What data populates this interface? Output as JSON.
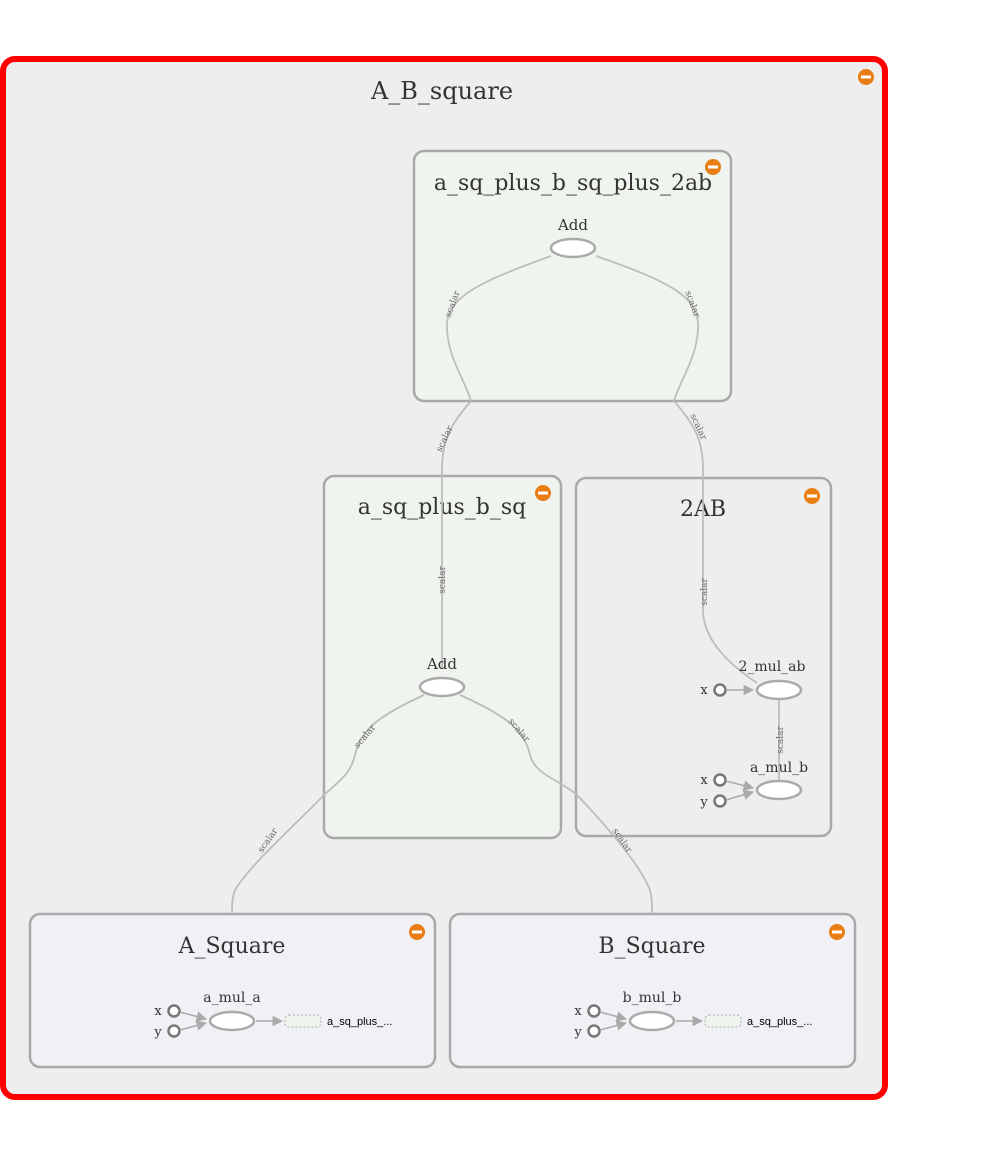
{
  "graph": {
    "outer": {
      "title": "A_B_square"
    },
    "top_group": {
      "title": "a_sq_plus_b_sq_plus_2ab",
      "op": "Add"
    },
    "mid_left_group": {
      "title": "a_sq_plus_b_sq",
      "op": "Add"
    },
    "mid_right_group": {
      "title": "2AB",
      "node_top": "2_mul_ab",
      "node_bottom": "a_mul_b",
      "input_x": "x",
      "input_y": "y"
    },
    "a_square_group": {
      "title": "A_Square",
      "node": "a_mul_a",
      "input_x": "x",
      "input_y": "y",
      "output": "a_sq_plus_..."
    },
    "b_square_group": {
      "title": "B_Square",
      "node": "b_mul_b",
      "input_x": "x",
      "input_y": "y",
      "output": "a_sq_plus_..."
    },
    "edge_labels": {
      "scalar": "scalar"
    }
  },
  "colors": {
    "outer_border": "#ff0000",
    "outer_fill": "#eeeeee",
    "group_green": "#f0f4ee",
    "group_blue": "#eff1f5",
    "group_gray": "#eeeeee",
    "group_border": "#a9a9a9",
    "collapse_button": "#e87d14"
  }
}
